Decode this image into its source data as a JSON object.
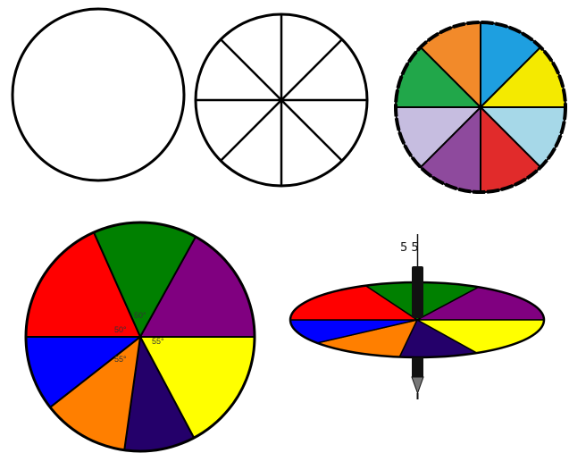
{
  "colors": {
    "outline": "#000000",
    "background": "#ffffff",
    "top_right_wheel": [
      "#1e9fe0",
      "#f4ea00",
      "#a6d8e8",
      "#e12b2b",
      "#8e4a9d",
      "#c6bde0",
      "#21a74a",
      "#f28a2a"
    ],
    "big_wheel": [
      "#008000",
      "#800080",
      "#ffff00",
      "#24006a",
      "#ff7f00",
      "#0000ff",
      "#ff0000"
    ],
    "pencil_body": "#111111",
    "pencil_tip": "#777777"
  },
  "wheels": {
    "blank_circle": {
      "name": "plain circle"
    },
    "divided_circle": {
      "sections": 8
    },
    "colored_wheel": {
      "sections": 8
    },
    "big_wheel": {
      "sections": 7,
      "angle_labels": [
        "50°",
        "50°",
        "55°",
        "55°"
      ]
    },
    "spinning_top": {
      "handwritten_label": "5 5"
    }
  }
}
